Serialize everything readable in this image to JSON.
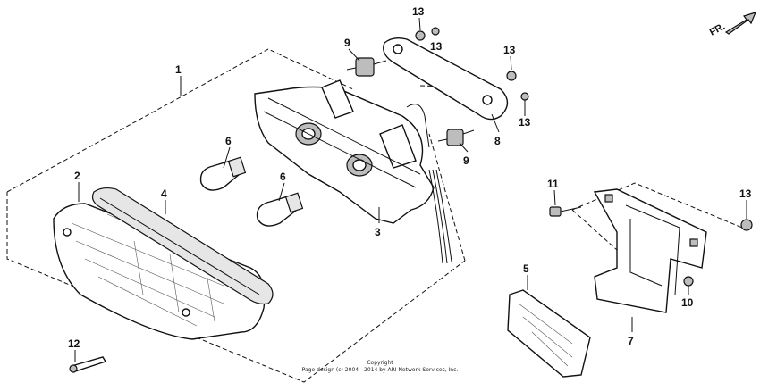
{
  "diagram": {
    "direction_marker": "FR.",
    "copyright_line1": "Copyright",
    "copyright_line2": "Page design (c) 2004 - 2014 by ARI Network Services, Inc.",
    "callouts": {
      "c1": "1",
      "c2": "2",
      "c3": "3",
      "c4": "4",
      "c5": "5",
      "c6a": "6",
      "c6b": "6",
      "c7": "7",
      "c8": "8",
      "c9a": "9",
      "c9b": "9",
      "c10": "10",
      "c11": "11",
      "c12": "12",
      "c13a": "13",
      "c13b": "13",
      "c13c": "13",
      "c13d": "13",
      "c13e": "13"
    }
  }
}
